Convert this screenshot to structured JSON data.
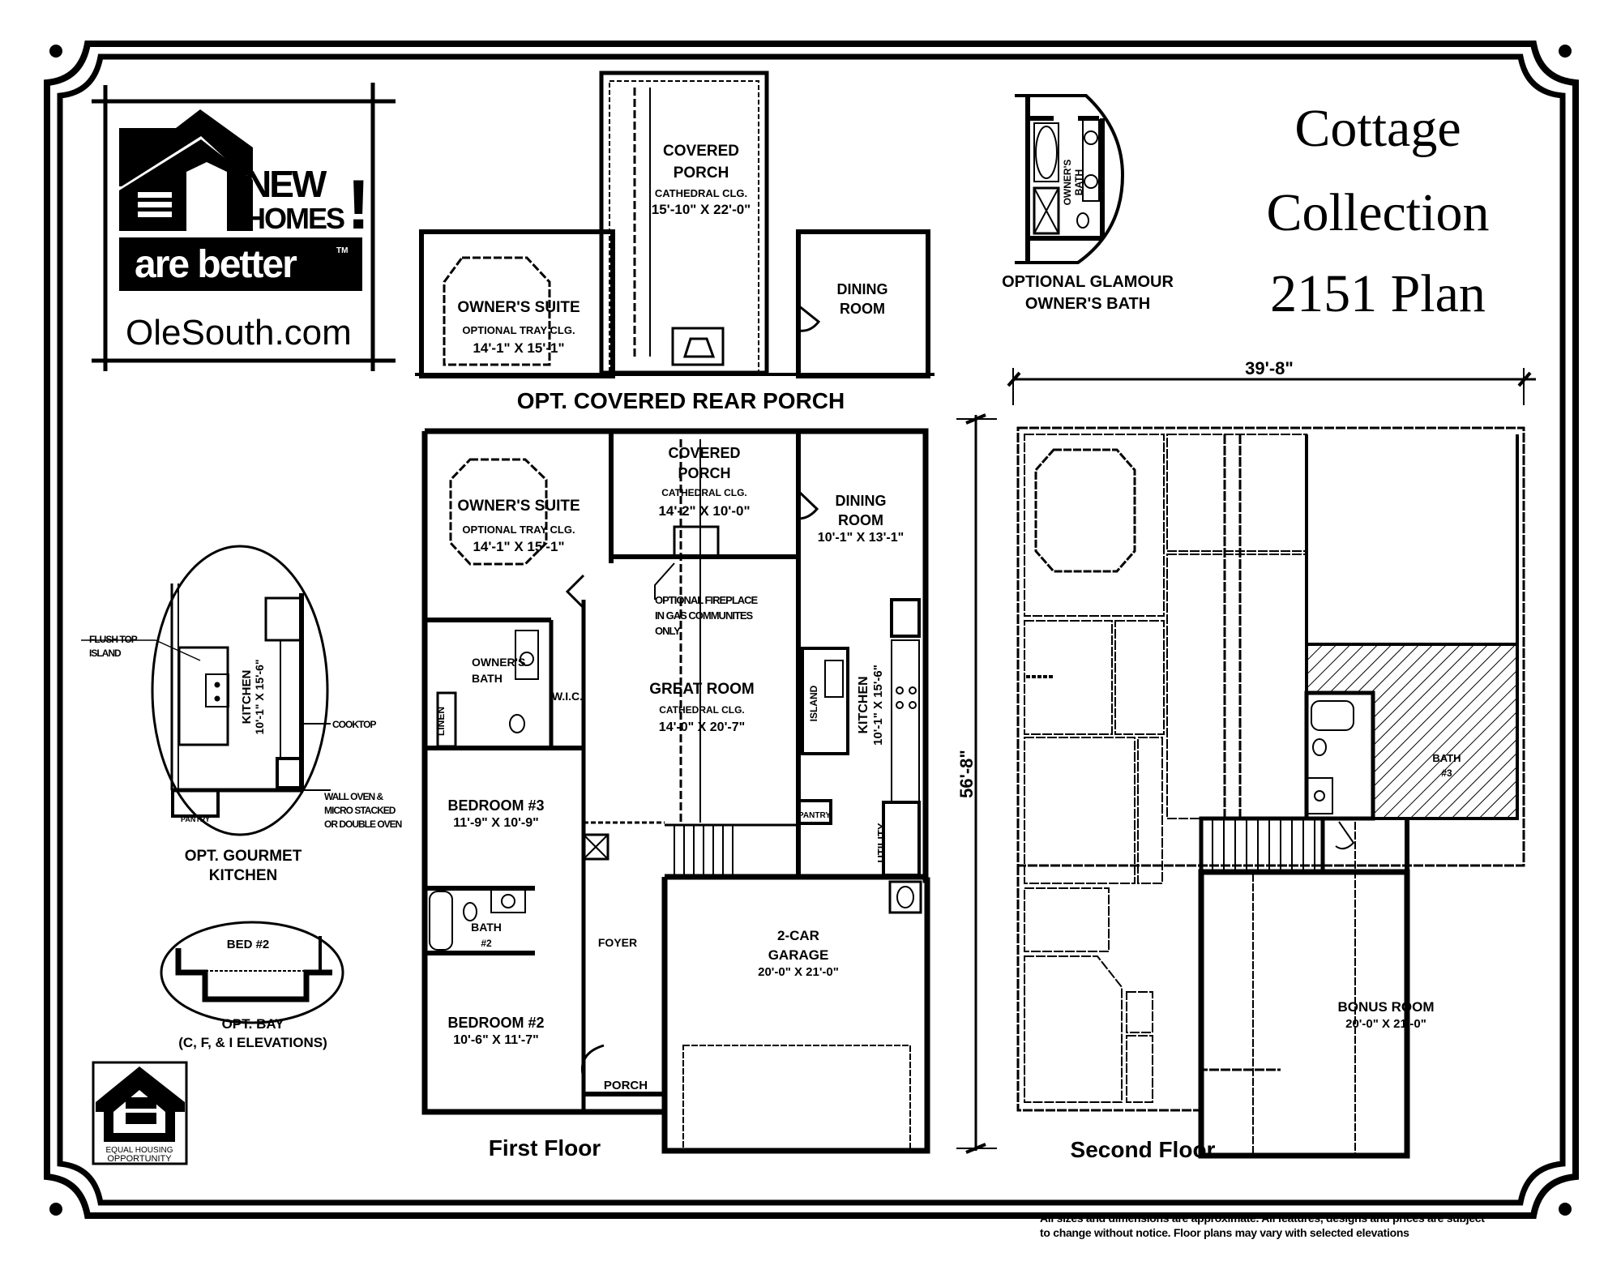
{
  "title": {
    "line1": "Cottage",
    "line2": "Collection",
    "line3": "2151 Plan"
  },
  "logo": {
    "new": "NEW",
    "homes": "HOMES",
    "exclaim": "!",
    "tagline": "are better",
    "tm": "TM",
    "website": "OleSouth.com"
  },
  "equal_housing": {
    "line1": "EQUAL HOUSING",
    "line2": "OPPORTUNITY"
  },
  "rear_porch_option": {
    "caption": "OPT. COVERED REAR PORCH",
    "covered_porch": {
      "name1": "COVERED",
      "name2": "PORCH",
      "ceiling": "CATHEDRAL CLG.",
      "size": "15'-10\" X 22'-0\""
    },
    "owners_suite": {
      "name": "OWNER'S SUITE",
      "ceiling": "OPTIONAL TRAY CLG.",
      "size": "14'-1\" X 15'-1\""
    },
    "dining": {
      "name1": "DINING",
      "name2": "ROOM"
    }
  },
  "glamour_bath_option": {
    "room_label1": "OWNER'S",
    "room_label2": "BATH",
    "caption1": "OPTIONAL GLAMOUR",
    "caption2": "OWNER'S BATH"
  },
  "gourmet_kitchen_option": {
    "flush_top1": "FLUSH TOP",
    "flush_top2": "ISLAND",
    "kitchen": "KITCHEN",
    "size": "10'-1\" X 15'-6\"",
    "cooktop": "COOKTOP",
    "oven1": "WALL OVEN &",
    "oven2": "MICRO STACKED",
    "oven3": "OR DOUBLE OVEN",
    "pantry": "PANTRY",
    "caption1": "OPT. GOURMET",
    "caption2": "KITCHEN"
  },
  "bay_option": {
    "bed": "BED #2",
    "caption1": "OPT. BAY",
    "caption2": "(C, F, & I ELEVATIONS)"
  },
  "first_floor": {
    "caption": "First Floor",
    "owners_suite": {
      "name": "OWNER'S SUITE",
      "ceiling": "OPTIONAL TRAY CLG.",
      "size": "14'-1\" X 15'-1\""
    },
    "covered_porch": {
      "name1": "COVERED",
      "name2": "PORCH",
      "ceiling": "CATHEDRAL CLG.",
      "size": "14'-2\" X 10'-0\""
    },
    "dining": {
      "name1": "DINING",
      "name2": "ROOM",
      "size": "10'-1\" X 13'-1\""
    },
    "fireplace_note": {
      "line1": "OPTIONAL FIREPLACE",
      "line2": "IN GAS COMMUNITES",
      "line3": "ONLY"
    },
    "owners_bath": {
      "name1": "OWNER'S",
      "name2": "BATH"
    },
    "linen": "LINEN",
    "wic": "W.I.C.",
    "great_room": {
      "name": "GREAT ROOM",
      "ceiling": "CATHEDRAL CLG.",
      "size": "14'-0\" X 20'-7\""
    },
    "island": "ISLAND",
    "kitchen": {
      "name": "KITCHEN",
      "size": "10'-1\" X 15'-6\""
    },
    "bedroom3": {
      "name": "BEDROOM #3",
      "size": "11'-9\" X 10'-9\""
    },
    "pantry": "PANTRY",
    "utility": "UTILITY",
    "bath2": {
      "name1": "BATH",
      "name2": "#2"
    },
    "foyer": "FOYER",
    "garage": {
      "name1": "2-CAR",
      "name2": "GARAGE",
      "size": "20'-0\" X 21'-0\""
    },
    "bedroom2": {
      "name": "BEDROOM #2",
      "size": "10'-6\" X 11'-7\""
    },
    "porch": "PORCH",
    "depth": "56'-8\""
  },
  "second_floor": {
    "caption": "Second Floor",
    "width": "39'-8\"",
    "bath3": {
      "name1": "BATH",
      "name2": "#3"
    },
    "bonus_room": {
      "name": "BONUS ROOM",
      "size": "20'-0\" X 21'-0\""
    }
  },
  "disclaimer": {
    "line1": "All sizes and dimensions are approximate. All features, designs and prices are subject",
    "line2": "to change without notice.  Floor plans may vary with selected elevations"
  }
}
